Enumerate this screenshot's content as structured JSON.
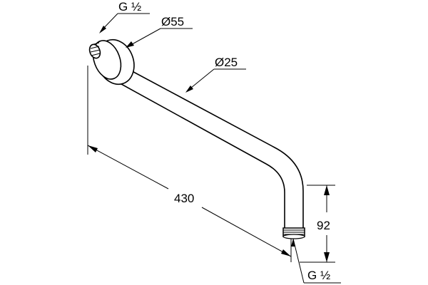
{
  "labels": {
    "inlet_thread": "G ½",
    "flange_diameter": "Ø55",
    "pipe_diameter": "Ø25",
    "length": "430",
    "height": "92",
    "outlet_thread": "G ½"
  },
  "colors": {
    "line": "#000000",
    "background": "#ffffff"
  }
}
